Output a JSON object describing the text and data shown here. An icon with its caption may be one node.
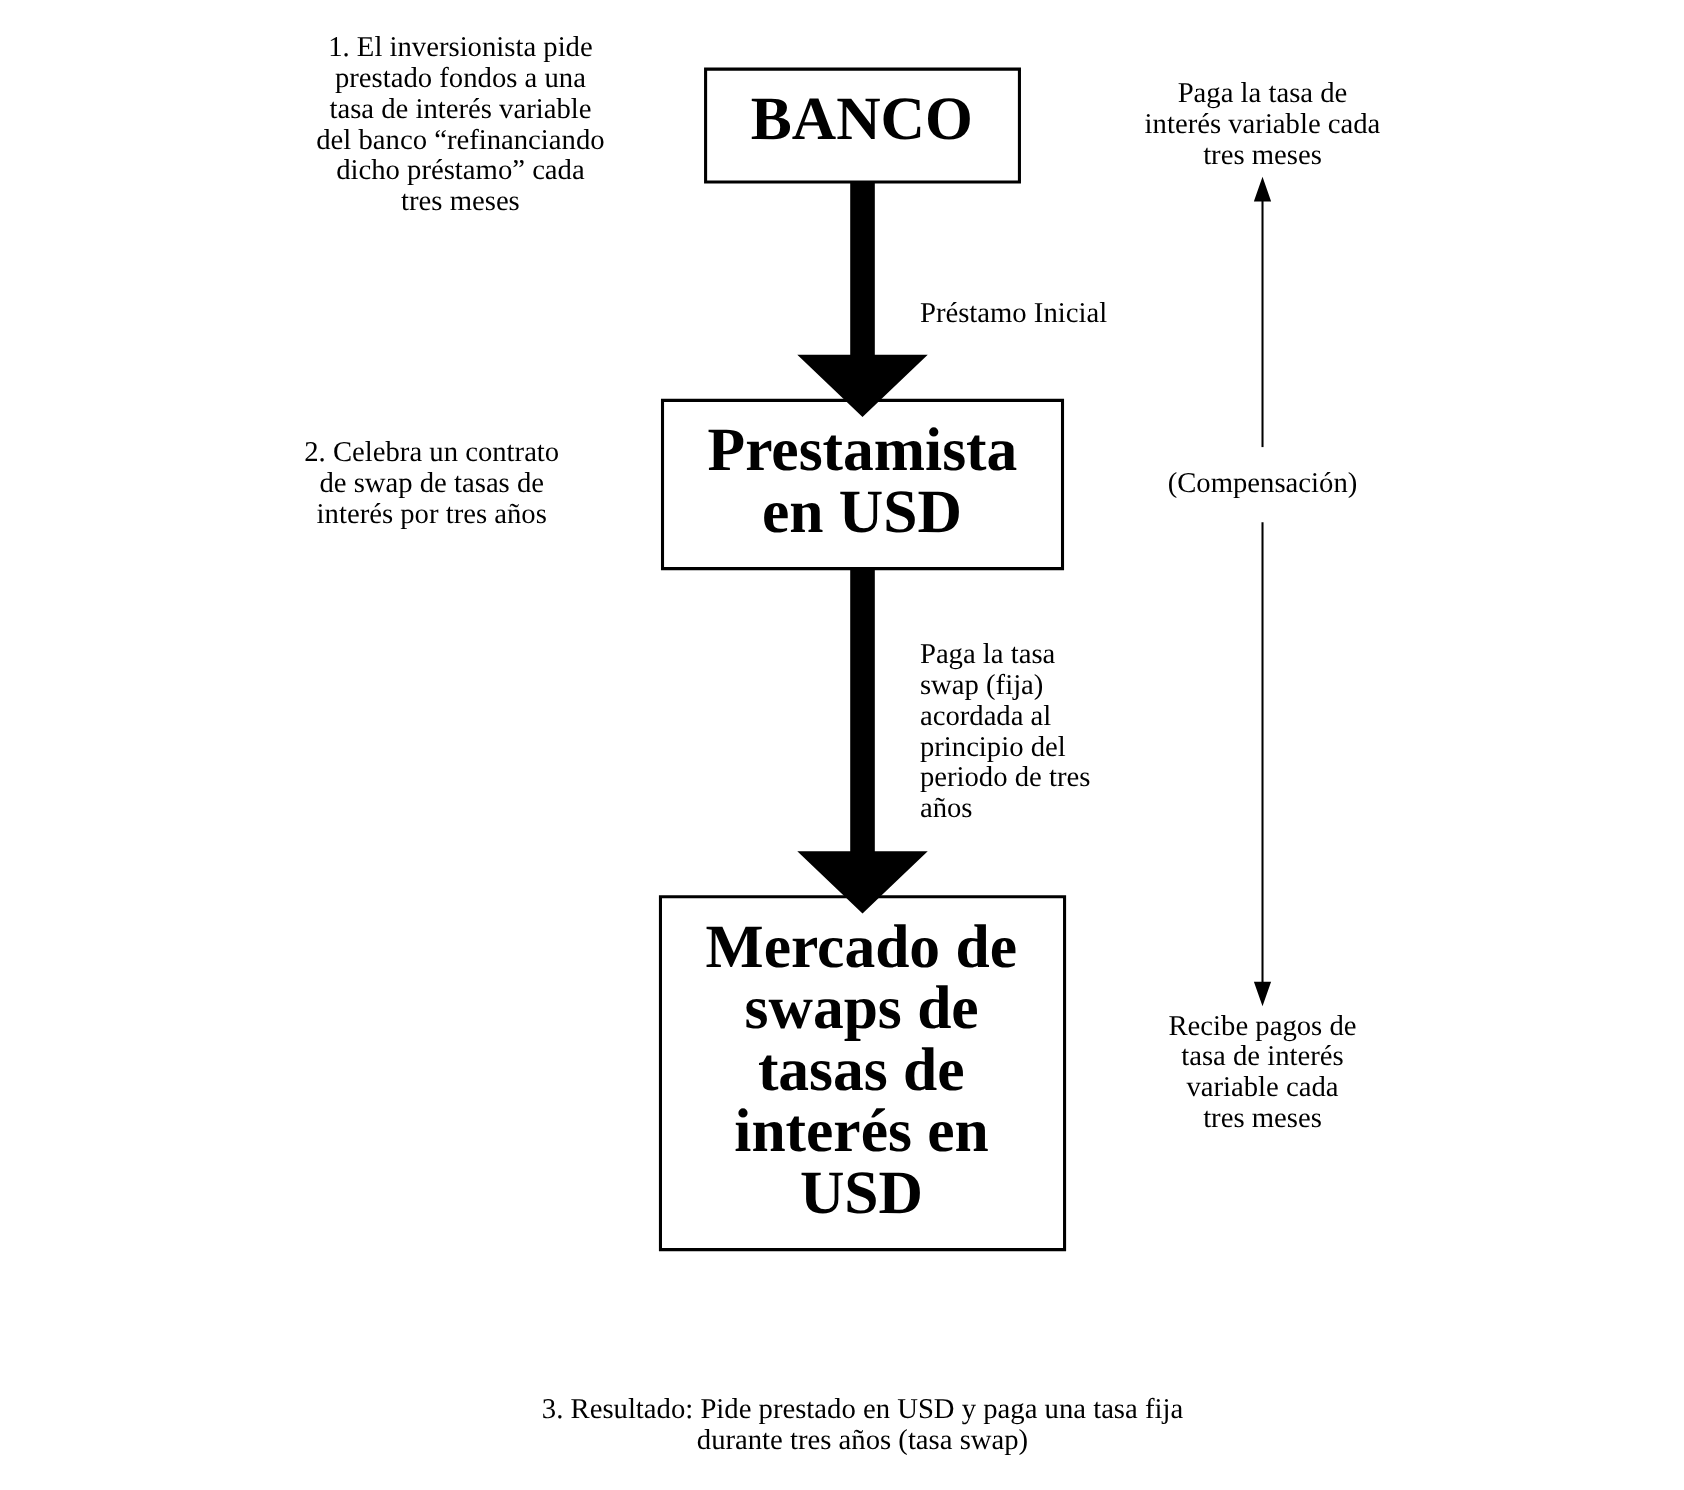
{
  "diagram": {
    "nodes": [
      {
        "text": [
          "BANCO"
        ]
      },
      {
        "text": [
          "Prestamista en USD"
        ]
      },
      {
        "text": [
          "Mercado de swaps de tasas de interés en USD"
        ]
      },
      {
        "text": [
          "Paga la tasa de interés variable cada tres meses"
        ]
      },
      {
        "text": [
          "(Compensación)"
        ]
      },
      {
        "text": [
          "Recibe pagos de tasa de interés variable cada tres meses"
        ]
      }
    ],
    "edges": [
      {
        "from": 0,
        "to": 1,
        "arrow": "to",
        "style": "thick",
        "label": "Préstamo Inicial"
      },
      {
        "from": 1,
        "to": 2,
        "arrow": "to",
        "style": "thick",
        "label": "Paga la tasa swap (fija) acordada al principio del periodo de tres años"
      },
      {
        "from": 4,
        "to": 3,
        "arrow": "to"
      },
      {
        "from": 4,
        "to": 5,
        "arrow": "to"
      }
    ],
    "labels": [
      "1. El inversionista pide prestado fondos a una tasa de interés variable del banco “refinanciando dicho préstamo” cada tres meses",
      "2. Celebra un contrato de swap de tasas de interés por tres años",
      "3. Resultado: Pide prestado en USD y paga una tasa fija durante tres años (tasa swap)"
    ]
  }
}
